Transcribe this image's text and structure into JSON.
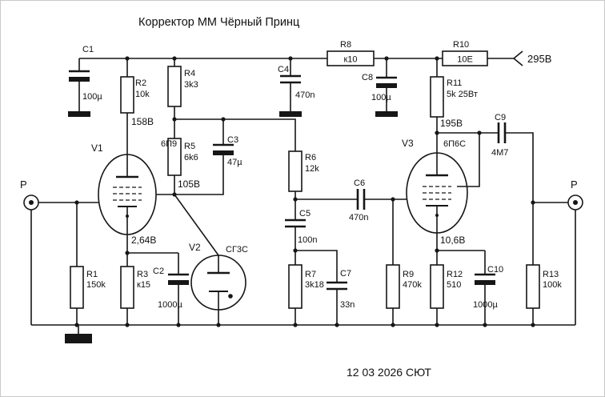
{
  "title": "Корректор ММ Чёрный Принц",
  "date_note": "12 03 2026 СЮТ",
  "terminals": {
    "input": "P",
    "output": "P",
    "supply": "295В"
  },
  "voltages": {
    "v1_plate": "158В",
    "v1_screen": "105В",
    "v1_cathode": "2,64В",
    "v3_plate": "195В",
    "v3_cathode": "10,6В"
  },
  "tubes": {
    "v1": {
      "ref": "V1",
      "type": "6П9"
    },
    "v2": {
      "ref": "V2",
      "type": "СГ3С"
    },
    "v3": {
      "ref": "V3",
      "type": "6П6С"
    }
  },
  "components": {
    "c1": {
      "ref": "C1",
      "value": "100µ"
    },
    "c2": {
      "ref": "C2",
      "value": "1000µ"
    },
    "c3": {
      "ref": "C3",
      "value": "47µ"
    },
    "c4": {
      "ref": "C4",
      "value": "470n"
    },
    "c5": {
      "ref": "C5",
      "value": "100n"
    },
    "c6": {
      "ref": "C6",
      "value": "470n"
    },
    "c7": {
      "ref": "C7",
      "value": "33n"
    },
    "c8": {
      "ref": "C8",
      "value": "100µ"
    },
    "c9": {
      "ref": "C9",
      "value": "4М7"
    },
    "c10": {
      "ref": "C10",
      "value": "1000µ"
    },
    "r1": {
      "ref": "R1",
      "value": "150k"
    },
    "r2": {
      "ref": "R2",
      "value": "10k"
    },
    "r3": {
      "ref": "R3",
      "value": "к15"
    },
    "r4": {
      "ref": "R4",
      "value": "3k3"
    },
    "r5": {
      "ref": "R5",
      "value": "6k6"
    },
    "r6": {
      "ref": "R6",
      "value": "12k"
    },
    "r7": {
      "ref": "R7",
      "value": "3k18"
    },
    "r8": {
      "ref": "R8",
      "value": "к10"
    },
    "r9": {
      "ref": "R9",
      "value": "470k"
    },
    "r10": {
      "ref": "R10",
      "value": "10Е"
    },
    "r11": {
      "ref": "R11",
      "value": "5k 25Вт"
    },
    "r12": {
      "ref": "R12",
      "value": "510"
    },
    "r13": {
      "ref": "R13",
      "value": "100k"
    }
  }
}
